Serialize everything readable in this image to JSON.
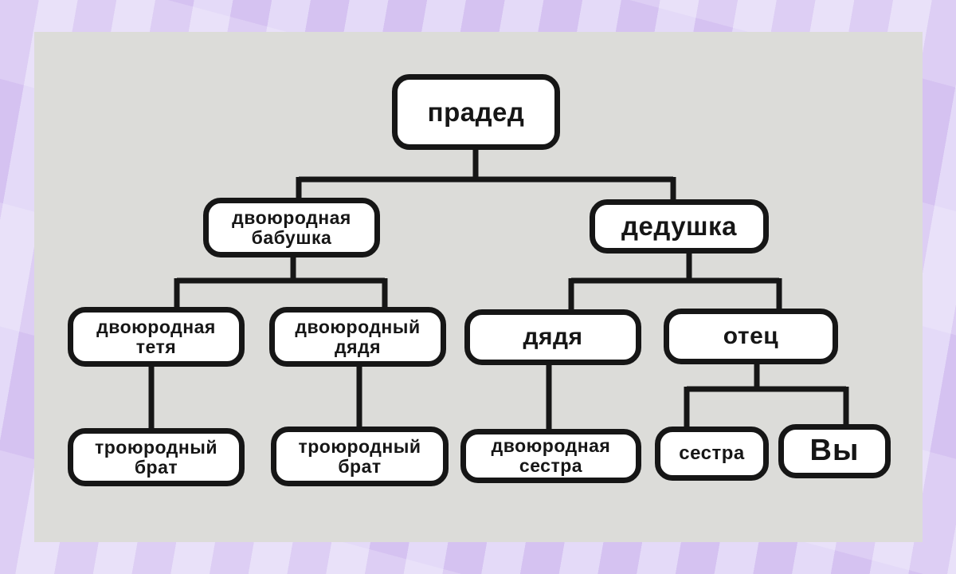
{
  "diagram": {
    "description": "family-relations-tree",
    "nodes": {
      "great_grandfather": {
        "label": "прадед"
      },
      "great_aunt": {
        "label": "двоюродная бабушка"
      },
      "grandfather": {
        "label": "дедушка"
      },
      "cousin_aunt": {
        "label": "двоюродная тетя"
      },
      "cousin_uncle": {
        "label": "двоюродный дядя"
      },
      "uncle": {
        "label": "дядя"
      },
      "father": {
        "label": "отец"
      },
      "second_cousin_1": {
        "label": "троюродный брат"
      },
      "second_cousin_2": {
        "label": "троюродный брат"
      },
      "cousin_sister": {
        "label": "двоюродная сестра"
      },
      "sister": {
        "label": "сестра"
      },
      "you": {
        "label": "Вы"
      }
    },
    "edges": [
      {
        "from": "great_grandfather",
        "to": "great_aunt"
      },
      {
        "from": "great_grandfather",
        "to": "grandfather"
      },
      {
        "from": "great_aunt",
        "to": "cousin_aunt"
      },
      {
        "from": "great_aunt",
        "to": "cousin_uncle"
      },
      {
        "from": "grandfather",
        "to": "uncle"
      },
      {
        "from": "grandfather",
        "to": "father"
      },
      {
        "from": "cousin_aunt",
        "to": "second_cousin_1"
      },
      {
        "from": "cousin_uncle",
        "to": "second_cousin_2"
      },
      {
        "from": "uncle",
        "to": "cousin_sister"
      },
      {
        "from": "father",
        "to": "sister"
      },
      {
        "from": "father",
        "to": "you"
      }
    ],
    "colors": {
      "panel_background": "#dcdcd9",
      "node_background": "#ffffff",
      "node_border": "#161616",
      "line": "#161616",
      "backdrop_light": "#e4daf8",
      "backdrop_dark": "#d5c2f1"
    }
  }
}
